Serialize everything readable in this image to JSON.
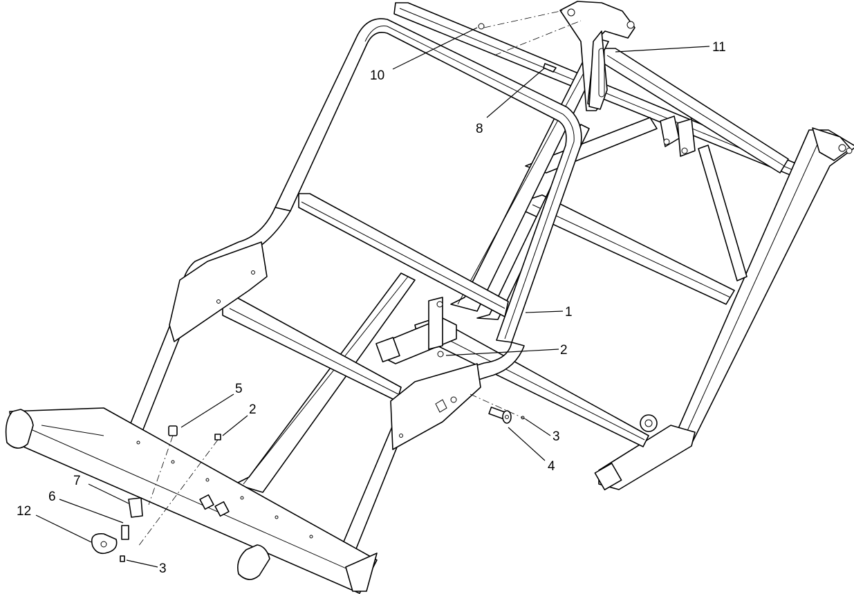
{
  "callouts": [
    {
      "id": "c1",
      "label": "1"
    },
    {
      "id": "c2a",
      "label": "2"
    },
    {
      "id": "c2b",
      "label": "2"
    },
    {
      "id": "c3a",
      "label": "3"
    },
    {
      "id": "c3b",
      "label": "3"
    },
    {
      "id": "c4",
      "label": "4"
    },
    {
      "id": "c5",
      "label": "5"
    },
    {
      "id": "c6",
      "label": "6"
    },
    {
      "id": "c7",
      "label": "7"
    },
    {
      "id": "c8",
      "label": "8"
    },
    {
      "id": "c10",
      "label": "10"
    },
    {
      "id": "c11",
      "label": "11"
    },
    {
      "id": "c12",
      "label": "12"
    }
  ]
}
